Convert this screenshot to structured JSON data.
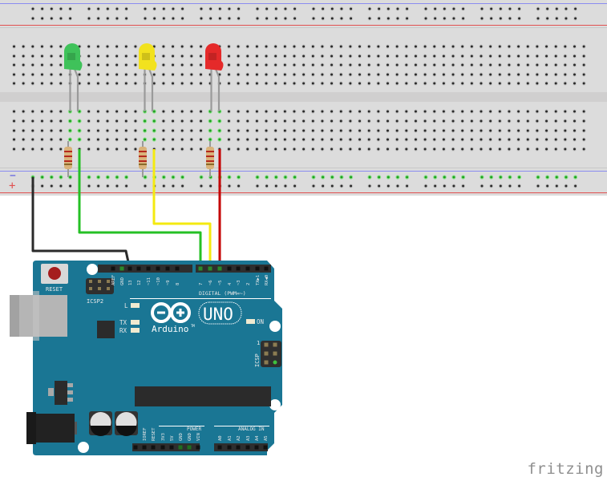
{
  "diagram": {
    "title": "Arduino traffic light LEDs on breadboard",
    "brand": "fritzing",
    "colors": {
      "breadboard": "#dcdcdc",
      "rail_blue": "#8a8cf0",
      "rail_red": "#e05050",
      "board": "#1a7694",
      "led_green": "#3fc25a",
      "led_yellow": "#f2e21e",
      "led_red": "#e52a2a",
      "wire_black": "#2a2a2a",
      "wire_green": "#25c025",
      "wire_yellow": "#f4ea10",
      "wire_red": "#c40000"
    },
    "rails": {
      "minus": "−",
      "plus": "+"
    },
    "leds": [
      {
        "name": "green-led",
        "color": "green",
        "pin": "7"
      },
      {
        "name": "yellow-led",
        "color": "yellow",
        "pin": "6"
      },
      {
        "name": "red-led",
        "color": "red",
        "pin": "5"
      }
    ],
    "wires": [
      {
        "name": "ground-wire",
        "color": "black",
        "from": "breadboard-negative-rail",
        "to": "GND"
      },
      {
        "name": "green-wire",
        "color": "green",
        "from": "green-led",
        "to": "7"
      },
      {
        "name": "yellow-wire",
        "color": "yellow",
        "from": "yellow-led",
        "to": "~6"
      },
      {
        "name": "red-wire",
        "color": "red",
        "from": "red-led",
        "to": "~5"
      }
    ],
    "arduino": {
      "logo_text": "Arduino",
      "tm": "TM",
      "model": "UNO",
      "reset_label": "RESET",
      "icsp2_label": "ICSP2",
      "icsp_label": "ICSP",
      "icsp_pin1": "1",
      "led_labels": {
        "l": "L",
        "tx": "TX",
        "rx": "RX",
        "on": "ON"
      },
      "digital_label": "DIGITAL (PWM=~)",
      "digital_pins": [
        "AREF",
        "GND",
        "13",
        "12",
        "~11",
        "~10",
        "~9",
        "8",
        "7",
        "~6",
        "~5",
        "4",
        "~3",
        "2",
        "TX▶1",
        "RX◀0"
      ],
      "power_label": "POWER",
      "power_pins": [
        "",
        "IOREF",
        "RESET",
        "3V3",
        "5V",
        "GND",
        "GND",
        "VIN"
      ],
      "analog_label": "ANALOG IN",
      "analog_pins": [
        "A0",
        "A1",
        "A2",
        "A3",
        "A4",
        "A5"
      ]
    }
  }
}
